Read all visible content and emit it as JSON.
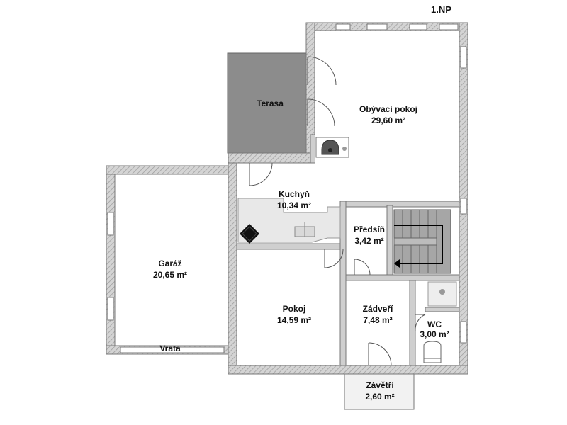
{
  "floor_label": "1.NP",
  "rooms": {
    "terasa": {
      "name": "Terasa"
    },
    "obyvaci": {
      "name": "Obývací pokoj",
      "area": "29,60 m²"
    },
    "kuchyn": {
      "name": "Kuchyň",
      "area": "10,34 m²"
    },
    "predsin": {
      "name": "Předsíň",
      "area": "3,42 m²"
    },
    "garaz": {
      "name": "Garáž",
      "area": "20,65 m²"
    },
    "pokoj": {
      "name": "Pokoj",
      "area": "14,59 m²"
    },
    "zadveri": {
      "name": "Zádveří",
      "area": "7,48 m²"
    },
    "wc": {
      "name": "WC",
      "area": "3,00 m²"
    },
    "zavetri": {
      "name": "Závětří",
      "area": "2,60 m²"
    }
  },
  "garage_door_label": "Vrata",
  "colors": {
    "wall": "#c8c8c8",
    "wall_hatch": "#8f8f8f",
    "terrace": "#8c8c8c",
    "stairs": "#a3a3a3",
    "stove": "#444444"
  }
}
